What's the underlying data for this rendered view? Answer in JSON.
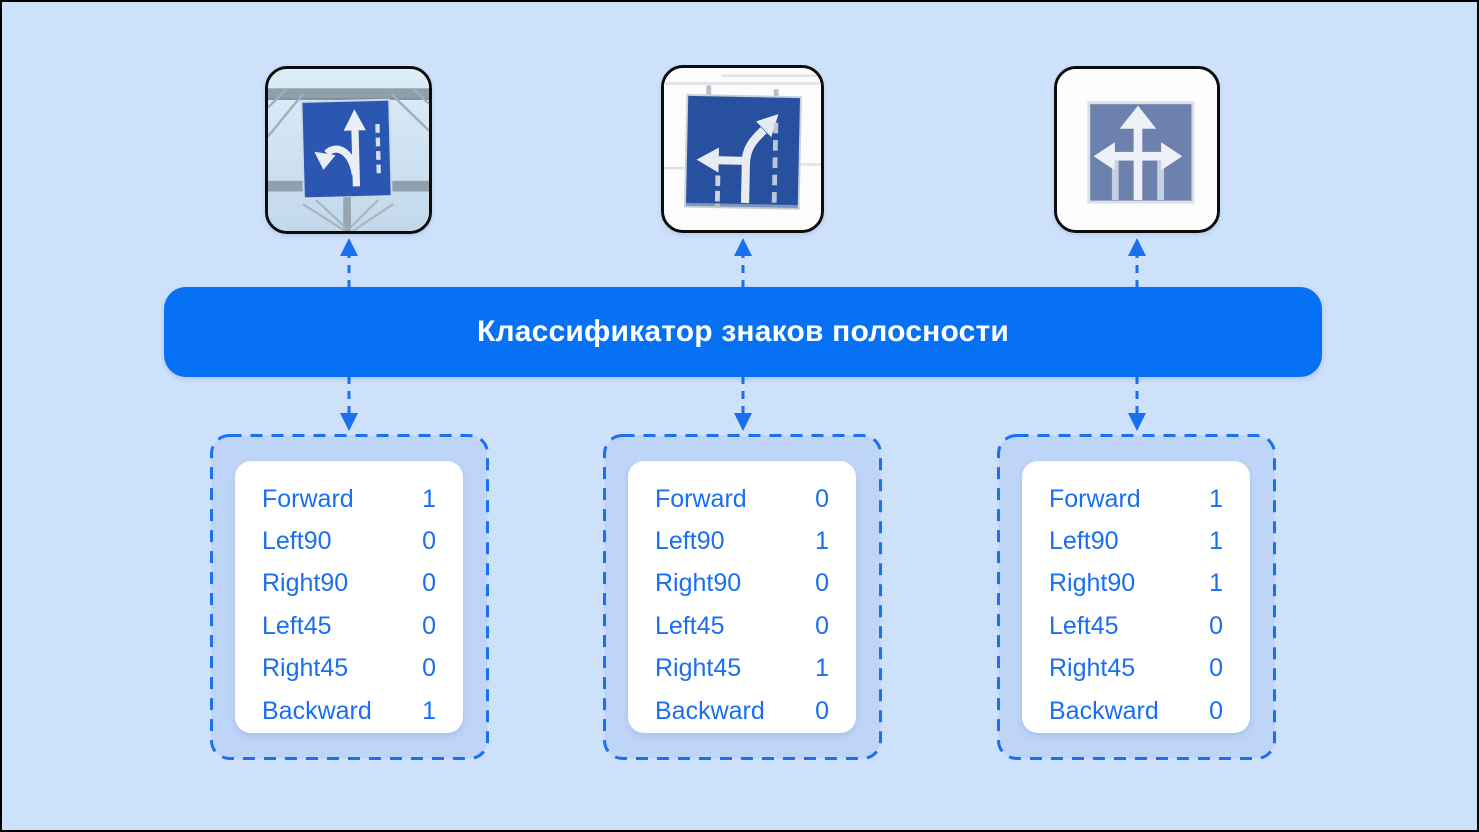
{
  "page": {
    "background": "#cee1fb",
    "frame_border": "#000000"
  },
  "classifier": {
    "label": "Классификатор знаков полосности",
    "background": "#0671f5",
    "text_color": "#ffffff"
  },
  "connectors": {
    "style": "dashed",
    "color": "#1a70f0",
    "up_arrow_icon": "arrow-up",
    "down_arrow_icon": "arrow-down"
  },
  "signs": [
    {
      "icon": "lane-sign-forward-and-uturn-photo"
    },
    {
      "icon": "lane-sign-left-and-right45-photo"
    },
    {
      "icon": "lane-sign-forward-left-right-photo"
    }
  ],
  "tables": [
    {
      "rows": [
        {
          "label": "Forward",
          "value": "1"
        },
        {
          "label": "Left90",
          "value": "0"
        },
        {
          "label": "Right90",
          "value": "0"
        },
        {
          "label": "Left45",
          "value": "0"
        },
        {
          "label": "Right45",
          "value": "0"
        },
        {
          "label": "Backward",
          "value": "1"
        }
      ]
    },
    {
      "rows": [
        {
          "label": "Forward",
          "value": "0"
        },
        {
          "label": "Left90",
          "value": "1"
        },
        {
          "label": "Right90",
          "value": "0"
        },
        {
          "label": "Left45",
          "value": "0"
        },
        {
          "label": "Right45",
          "value": "1"
        },
        {
          "label": "Backward",
          "value": "0"
        }
      ]
    },
    {
      "rows": [
        {
          "label": "Forward",
          "value": "1"
        },
        {
          "label": "Left90",
          "value": "1"
        },
        {
          "label": "Right90",
          "value": "1"
        },
        {
          "label": "Left45",
          "value": "0"
        },
        {
          "label": "Right45",
          "value": "0"
        },
        {
          "label": "Backward",
          "value": "0"
        }
      ]
    }
  ]
}
